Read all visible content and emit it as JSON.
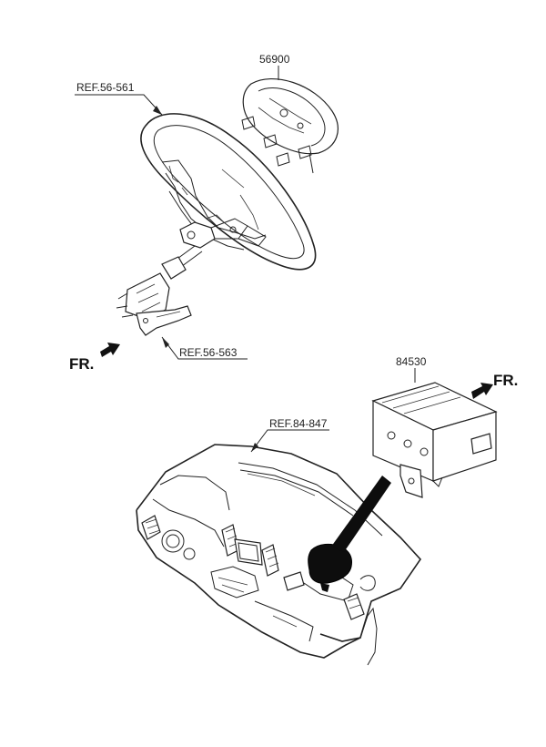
{
  "labels": {
    "driver_airbag": "56900",
    "steering_wheel_ref": "REF.56-561",
    "steering_column_ref": "REF.56-563",
    "passenger_airbag": "84530",
    "crash_pad_ref": "REF.84-847",
    "front_left": "FR.",
    "front_right": "FR."
  }
}
